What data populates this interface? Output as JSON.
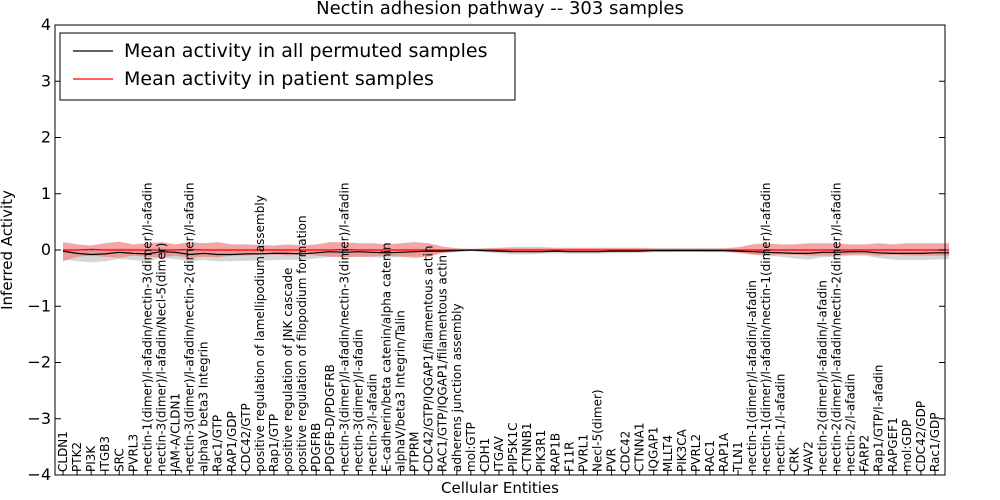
{
  "chart_data": {
    "type": "line",
    "title": "Nectin adhesion pathway -- 303 samples",
    "xlabel": "Cellular Entities",
    "ylabel": "Inferred Activity",
    "ylim": [
      -4,
      4
    ],
    "yticks": [
      -4,
      -3,
      -2,
      -1,
      0,
      1,
      2,
      3,
      4
    ],
    "grid": false,
    "legend_position": "top-left",
    "colors": {
      "permuted": "#000000",
      "patient": "#ff0000",
      "patient_band": "#f08080",
      "permuted_band": "#bbbbbb"
    },
    "categories": [
      "CLDN1",
      "PTK2",
      "PI3K",
      "ITGB3",
      "SRC",
      "PVRL3",
      "nectin-1(dimer)/l-afadin/nectin-3(dimer)/l-afadin",
      "nectin-3(dimer)/l-afadin/Necl-5(dimer)",
      "JAM-A/CLDN1",
      "nectin-3(dimer)/l-afadin/nectin-2(dimer)/l-afadin",
      "alphaV beta3 Integrin",
      "Rac1/GTP",
      "RAP1/GDP",
      "CDC42/GTP",
      "positive regulation of lamellipodium assembly",
      "Rap1/GTP",
      "positive regulation of JNK cascade",
      "positive regulation of filopodium formation",
      "PDGFRB",
      "PDGFB-D/PDGFRB",
      "nectin-3(dimer)/l-afadin/nectin-3(dimer)/l-afadin",
      "nectin-3(dimer)/l-afadin",
      "nectin-3/l-afadin",
      "E-cadherin/beta catenin/alpha catenin",
      "alphaV/beta3 Integrin/Talin",
      "PTPRM",
      "CDC42/GTP/IQGAP1/filamentous actin",
      "RAC1/GTP/IQGAP1/filamentous actin",
      "adherens junction assembly",
      "mol:GTP",
      "CDH1",
      "ITGAV",
      "PIP5K1C",
      "CTNNB1",
      "PIK3R1",
      "RAP1B",
      "F11R",
      "PVRL1",
      "Necl-5(dimer)",
      "PVR",
      "CDC42",
      "CTNNA1",
      "IQGAP1",
      "MLLT4",
      "PIK3CA",
      "PVRL2",
      "RAC1",
      "RAP1A",
      "TLN1",
      "nectin-1(dimer)/l-afadin/l-afadin",
      "nectin-1(dimer)/l-afadin/nectin-1(dimer)/l-afadin",
      "nectin-1/l-afadin",
      "CRK",
      "VAV2",
      "nectin-2(dimer)/l-afadin/l-afadin",
      "nectin-2(dimer)/l-afadin/nectin-2(dimer)/l-afadin",
      "nectin-2/l-afadin",
      "FARP2",
      "Rap1/GTP/l-afadin",
      "RAPGEF1",
      "mol:GDP",
      "CDC42/GDP",
      "Rac1/GDP"
    ],
    "series": [
      {
        "name": "Mean activity in all permuted samples",
        "color": "#000000",
        "values": [
          -0.02,
          -0.06,
          -0.08,
          -0.07,
          -0.04,
          -0.06,
          -0.07,
          -0.03,
          -0.04,
          -0.08,
          -0.06,
          -0.08,
          -0.08,
          -0.07,
          -0.07,
          -0.06,
          -0.06,
          -0.07,
          -0.05,
          -0.03,
          -0.04,
          -0.03,
          -0.04,
          -0.05,
          -0.04,
          -0.03,
          -0.02,
          -0.02,
          -0.01,
          0.0,
          -0.01,
          -0.02,
          -0.03,
          -0.03,
          -0.03,
          -0.02,
          -0.03,
          -0.03,
          -0.03,
          -0.02,
          -0.02,
          -0.02,
          -0.01,
          -0.01,
          -0.01,
          -0.01,
          -0.01,
          -0.01,
          -0.02,
          -0.03,
          -0.04,
          -0.05,
          -0.06,
          -0.06,
          -0.04,
          -0.04,
          -0.03,
          -0.03,
          -0.05,
          -0.06,
          -0.06,
          -0.06,
          -0.05,
          -0.05
        ],
        "band_upper": [
          0.02,
          0.02,
          0.02,
          0.02,
          0.03,
          0.03,
          0.02,
          0.03,
          0.02,
          0.02,
          0.02,
          0.02,
          0.02,
          0.02,
          0.02,
          0.02,
          0.02,
          0.02,
          0.02,
          0.02,
          0.02,
          0.02,
          0.02,
          0.02,
          0.02,
          0.02,
          0.02,
          0.01,
          0.01,
          0.01,
          0.01,
          0.01,
          0.01,
          0.01,
          0.01,
          0.01,
          0.01,
          0.01,
          0.01,
          0.01,
          0.01,
          0.01,
          0.01,
          0.01,
          0.01,
          0.01,
          0.01,
          0.01,
          0.01,
          0.01,
          0.02,
          0.02,
          0.02,
          0.02,
          0.02,
          0.02,
          0.02,
          0.02,
          0.02,
          0.02,
          0.02,
          0.02,
          0.02,
          0.02
        ],
        "band_lower": [
          -0.17,
          -0.2,
          -0.22,
          -0.2,
          -0.16,
          -0.18,
          -0.2,
          -0.14,
          -0.16,
          -0.2,
          -0.18,
          -0.2,
          -0.2,
          -0.19,
          -0.19,
          -0.18,
          -0.17,
          -0.18,
          -0.15,
          -0.12,
          -0.13,
          -0.12,
          -0.13,
          -0.14,
          -0.12,
          -0.1,
          -0.08,
          -0.06,
          -0.04,
          -0.02,
          -0.04,
          -0.06,
          -0.08,
          -0.08,
          -0.07,
          -0.06,
          -0.07,
          -0.07,
          -0.07,
          -0.06,
          -0.06,
          -0.05,
          -0.04,
          -0.04,
          -0.03,
          -0.03,
          -0.04,
          -0.04,
          -0.06,
          -0.08,
          -0.1,
          -0.12,
          -0.15,
          -0.17,
          -0.13,
          -0.12,
          -0.1,
          -0.1,
          -0.14,
          -0.17,
          -0.18,
          -0.18,
          -0.17,
          -0.16
        ]
      },
      {
        "name": "Mean activity in patient samples",
        "color": "#ff0000",
        "values": [
          0.0,
          0.0,
          0.01,
          0.0,
          0.0,
          0.0,
          0.0,
          0.0,
          0.0,
          0.01,
          0.0,
          0.0,
          0.0,
          0.0,
          0.0,
          0.0,
          0.0,
          0.0,
          0.0,
          0.0,
          0.01,
          0.0,
          0.0,
          0.0,
          0.0,
          0.0,
          0.0,
          0.0,
          0.0,
          0.0,
          0.0,
          0.0,
          0.0,
          0.0,
          0.0,
          0.0,
          0.0,
          0.0,
          0.0,
          0.0,
          0.0,
          0.0,
          0.0,
          0.0,
          0.0,
          0.0,
          0.0,
          0.0,
          0.0,
          0.0,
          0.0,
          0.0,
          0.0,
          0.0,
          0.0,
          0.0,
          0.0,
          0.0,
          0.0,
          0.0,
          0.0,
          0.0,
          0.0,
          0.0
        ],
        "band_upper": [
          0.14,
          0.1,
          0.08,
          0.12,
          0.15,
          0.1,
          0.12,
          0.14,
          0.1,
          0.14,
          0.12,
          0.14,
          0.1,
          0.1,
          0.09,
          0.08,
          0.1,
          0.08,
          0.1,
          0.14,
          0.14,
          0.12,
          0.12,
          0.1,
          0.12,
          0.14,
          0.12,
          0.06,
          0.03,
          0.02,
          0.03,
          0.04,
          0.05,
          0.05,
          0.05,
          0.04,
          0.04,
          0.04,
          0.04,
          0.04,
          0.04,
          0.04,
          0.03,
          0.03,
          0.03,
          0.03,
          0.03,
          0.03,
          0.05,
          0.1,
          0.12,
          0.1,
          0.1,
          0.12,
          0.12,
          0.12,
          0.1,
          0.1,
          0.12,
          0.1,
          0.12,
          0.12,
          0.12,
          0.12
        ],
        "band_lower": [
          -0.2,
          -0.12,
          -0.1,
          -0.12,
          -0.14,
          -0.1,
          -0.12,
          -0.13,
          -0.1,
          -0.14,
          -0.12,
          -0.13,
          -0.1,
          -0.1,
          -0.08,
          -0.08,
          -0.1,
          -0.07,
          -0.1,
          -0.12,
          -0.13,
          -0.12,
          -0.12,
          -0.1,
          -0.12,
          -0.14,
          -0.12,
          -0.05,
          -0.02,
          -0.01,
          -0.02,
          -0.03,
          -0.04,
          -0.04,
          -0.04,
          -0.03,
          -0.03,
          -0.03,
          -0.03,
          -0.03,
          -0.03,
          -0.03,
          -0.02,
          -0.02,
          -0.02,
          -0.02,
          -0.02,
          -0.02,
          -0.04,
          -0.08,
          -0.1,
          -0.08,
          -0.08,
          -0.1,
          -0.1,
          -0.1,
          -0.08,
          -0.08,
          -0.1,
          -0.08,
          -0.1,
          -0.1,
          -0.1,
          -0.1
        ]
      }
    ]
  }
}
